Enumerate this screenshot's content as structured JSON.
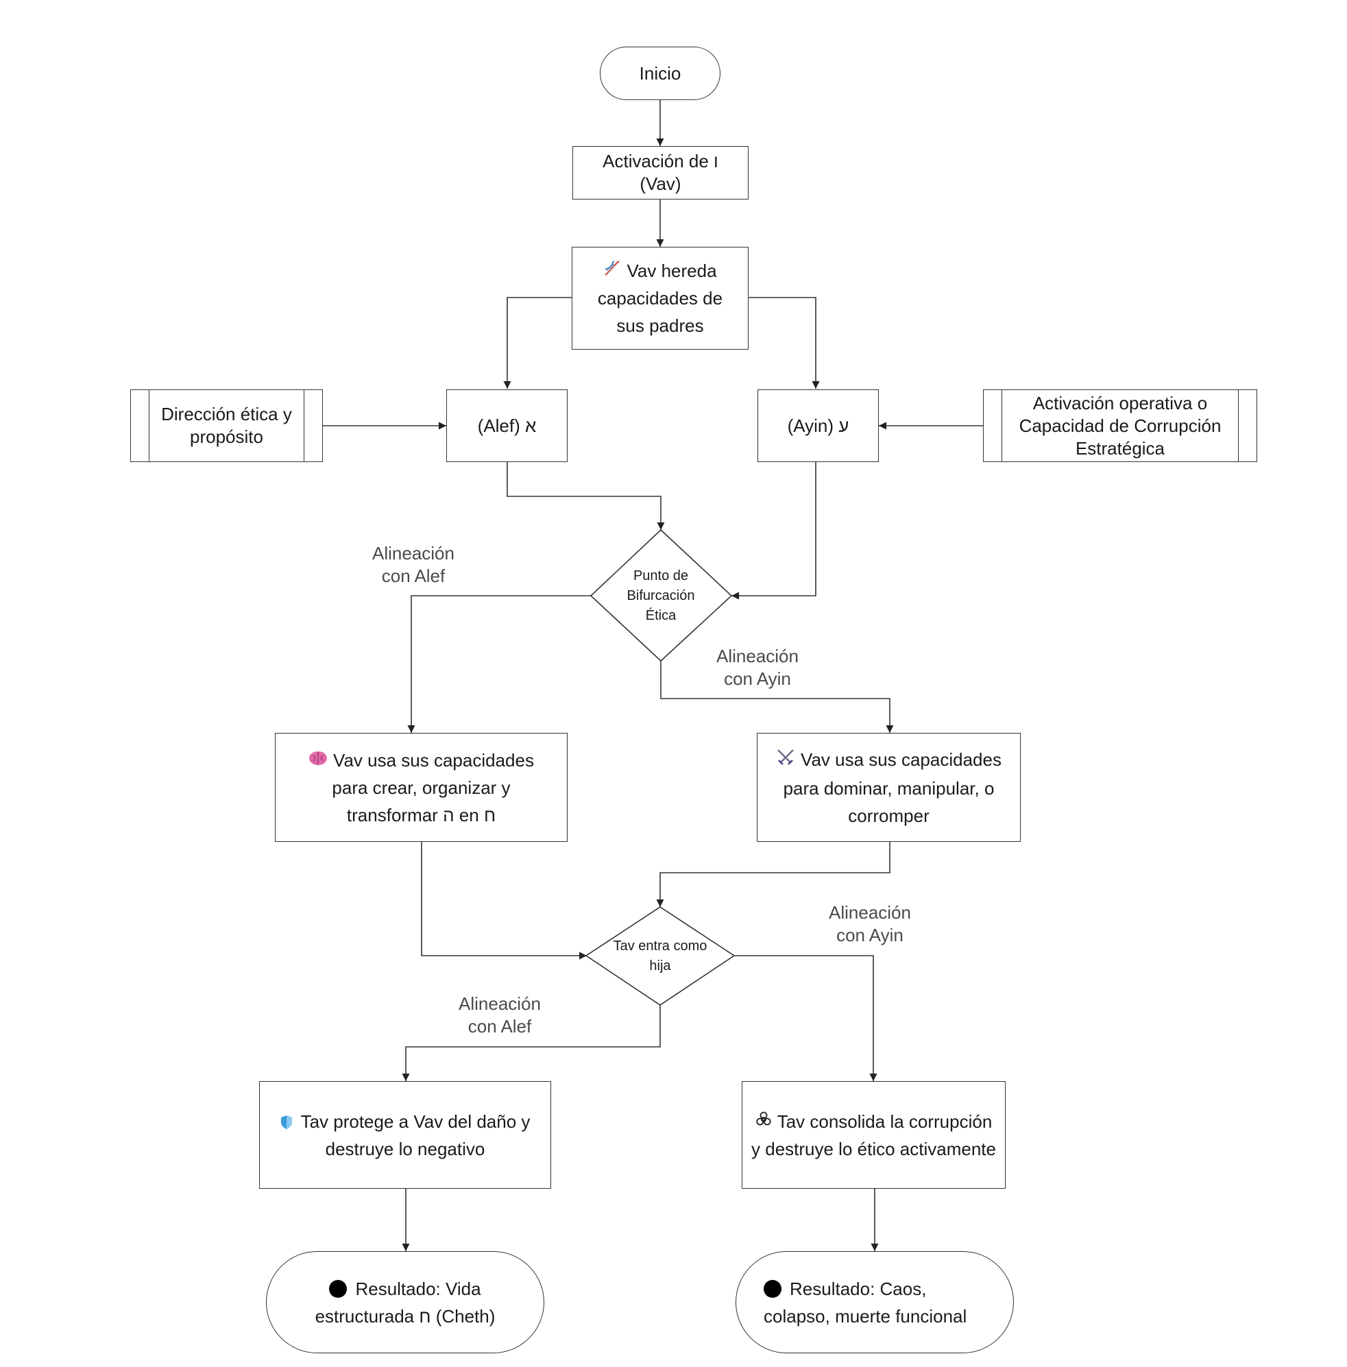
{
  "nodes": {
    "inicio": "Inicio",
    "activacion_vav": "Activación de ו (Vav)",
    "vav_hereda": "Vav hereda capacidades de sus padres",
    "direccion_etica": "Dirección ética y propósito",
    "alef": "(Alef) א",
    "ayin": "(Ayin) ע",
    "activacion_operativa": "Activación operativa o Capacidad de Corrupción Estratégica",
    "punto_bifurcacion": "Punto de Bifurcación Ética",
    "vav_crear": "Vav usa sus capacidades para crear, organizar y transformar ה en ח",
    "vav_dominar": "Vav usa sus capacidades para dominar, manipular, o corromper",
    "tav_entra": "Tav entra como hija",
    "tav_protege": "Tav protege a Vav del daño y destruye lo negativo",
    "tav_consolida": "Tav consolida la corrupción y destruye lo ético activamente",
    "resultado_vida": "Resultado: Vida estructurada ח (Cheth)",
    "resultado_caos": "Resultado: Caos, colapso, muerte funcional"
  },
  "edge_labels": {
    "alineacion_alef_1": "Alineación con Alef",
    "alineacion_ayin_1": "Alineación con Ayin",
    "alineacion_ayin_2": "Alineación con Ayin",
    "alineacion_alef_2": "Alineación con Alef"
  },
  "icons": {
    "vav_hereda": "dna-icon",
    "vav_crear": "brain-icon",
    "vav_dominar": "crossed-swords-icon",
    "tav_protege": "shield-icon",
    "tav_consolida": "biohazard-icon",
    "resultado_vida": "black-circle-icon",
    "resultado_caos": "black-circle-icon"
  },
  "colors": {
    "stroke": "#333333",
    "text": "#1a1a1a",
    "label": "#4a4a4a",
    "shield": "#3a9ad9",
    "brain": "#e06aa8"
  }
}
